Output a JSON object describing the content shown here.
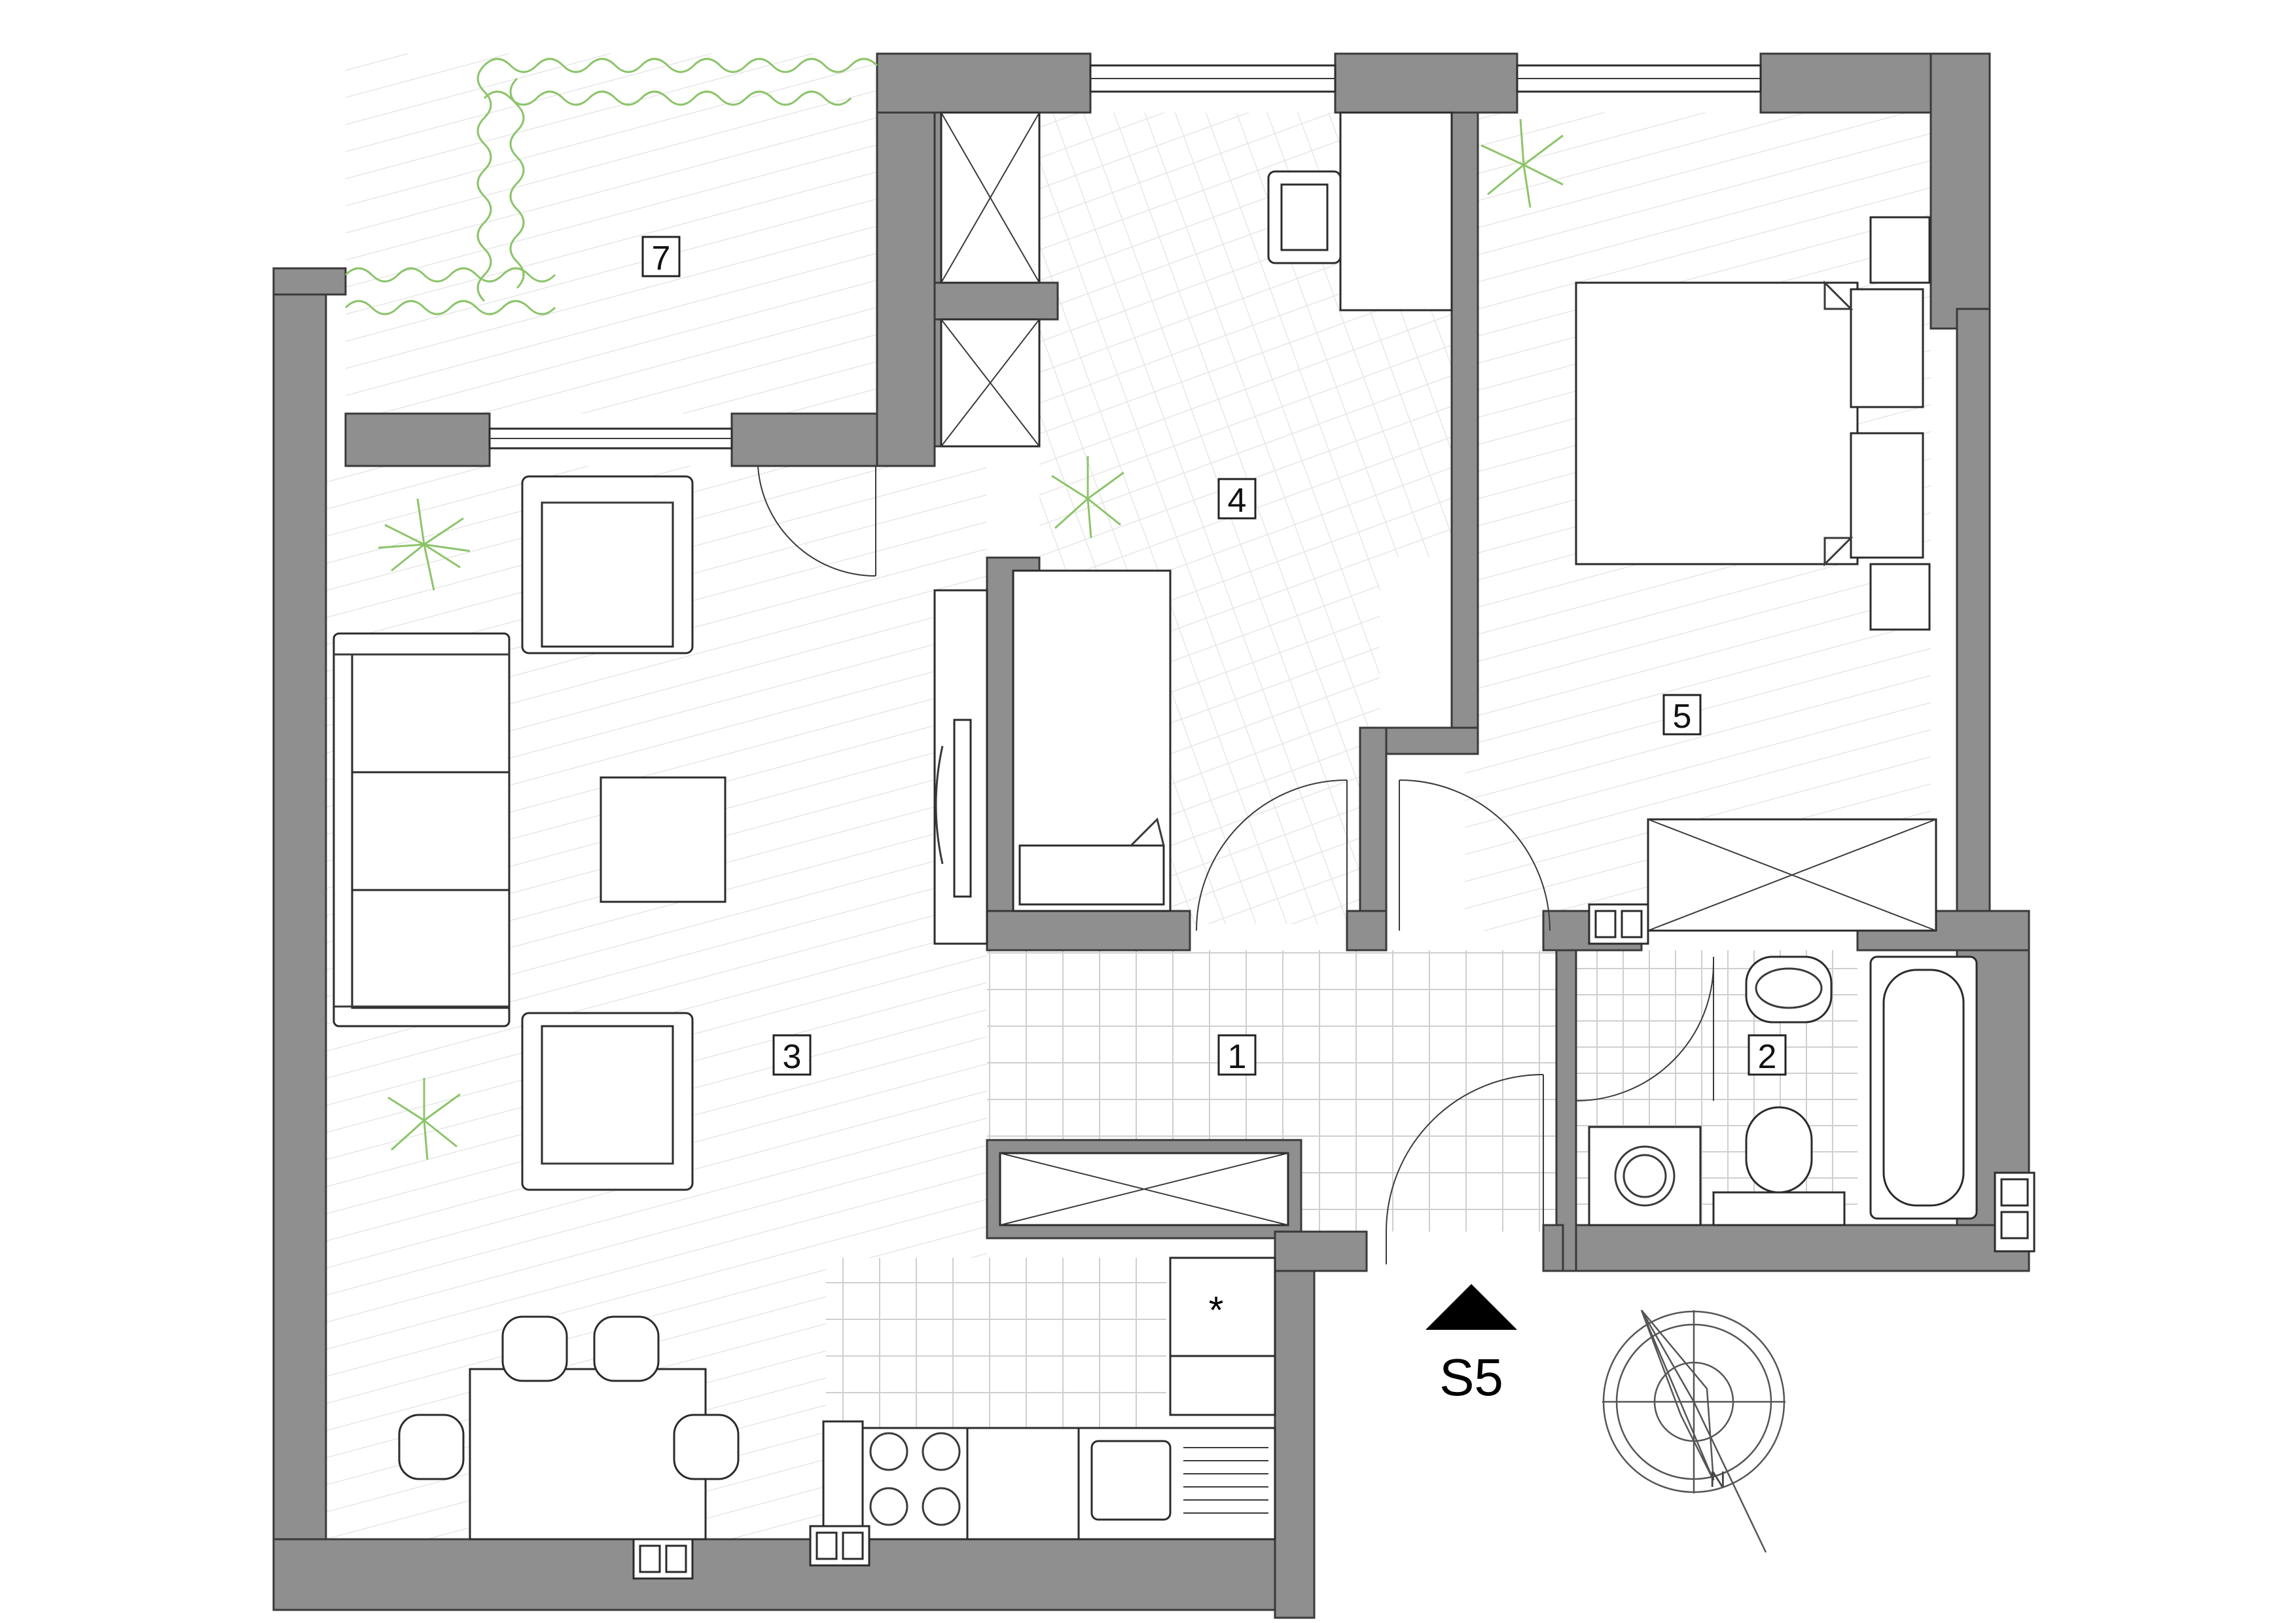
{
  "room_labels": {
    "entrance": "1",
    "bathroom": "2",
    "living_room": "3",
    "room_4": "4",
    "bedroom": "5",
    "terrace": "7"
  },
  "section_marker": "S5",
  "kitchen_marker": "*",
  "colors": {
    "wall": "#8f8f8f",
    "line": "#2b2b2b",
    "greenery": "#8cc46a",
    "floor_hatch": "#d6d6d6"
  }
}
